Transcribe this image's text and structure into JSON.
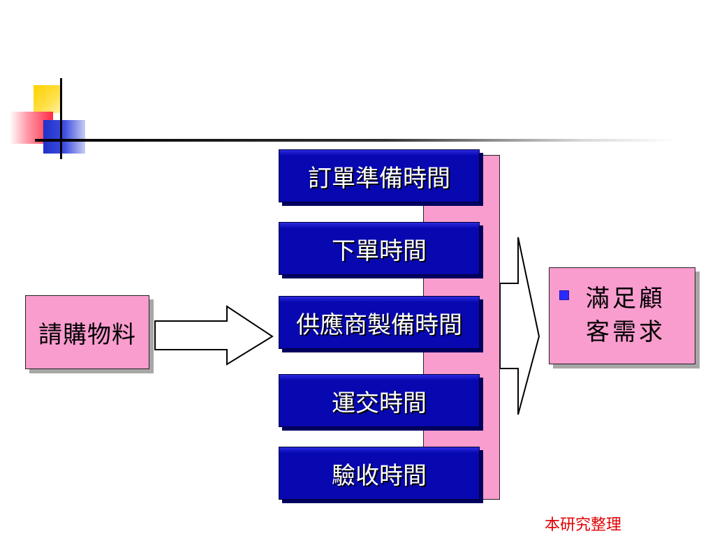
{
  "source_box": {
    "label": "請購物料"
  },
  "steps": [
    {
      "label": "訂單準備時間"
    },
    {
      "label": "下單時間"
    },
    {
      "label": "供應商製備時間"
    },
    {
      "label": "運交時間"
    },
    {
      "label": "驗收時間"
    }
  ],
  "goal_box": {
    "line1": "滿足顧",
    "line2": "客需求"
  },
  "caption": "本研究整理",
  "colors": {
    "pink": "#f99cce",
    "blue_block": "#0808b0",
    "bullet": "#2a2aff",
    "caption": "#e00000"
  }
}
